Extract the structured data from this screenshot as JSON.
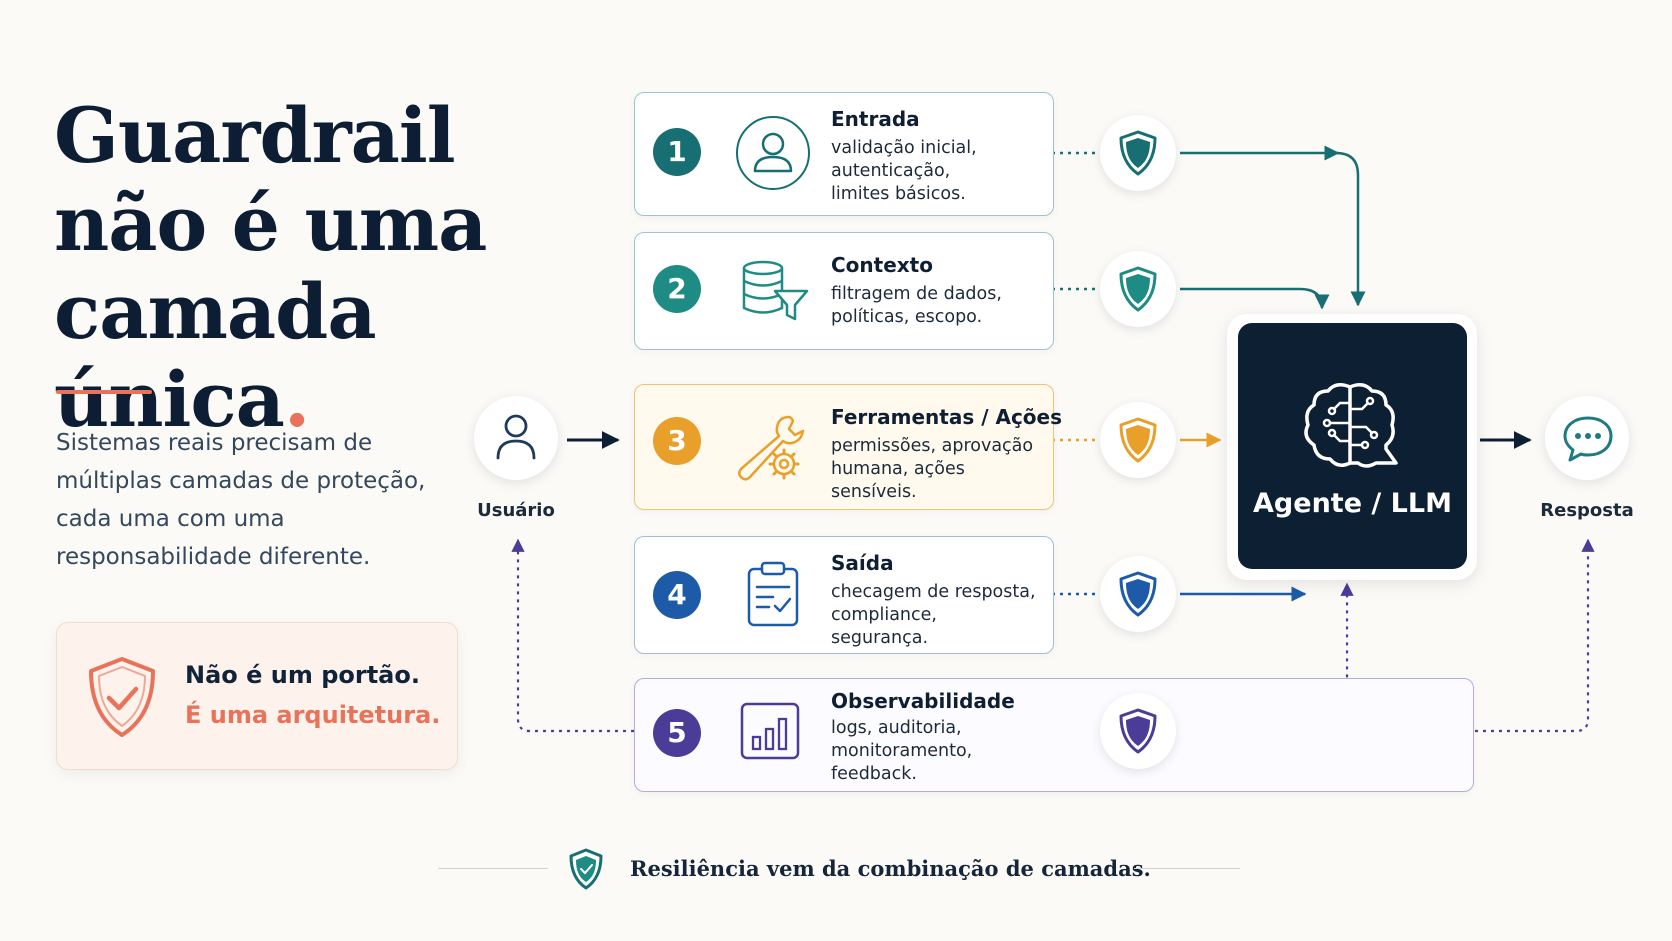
{
  "headline": {
    "line1": "Guardrail",
    "line2": "não é uma",
    "line3": "camada única",
    "dot": "."
  },
  "subtitle": {
    "line1": "Sistemas reais precisam de",
    "line2": "múltiplas camadas de proteção,",
    "line3": "cada uma com uma",
    "line4": "responsabilidade diferente."
  },
  "callout": {
    "line1": "Não é um portão.",
    "line2": "É uma arquitetura.",
    "icon": "shield-check-icon"
  },
  "user_node": {
    "label": "Usuário",
    "icon": "user-icon"
  },
  "response_node": {
    "label": "Resposta",
    "icon": "chat-bubble-icon"
  },
  "agent": {
    "label": "Agente / LLM",
    "icon": "brain-circuit-icon"
  },
  "layers": [
    {
      "number": "1",
      "title": "Entrada",
      "desc": [
        "validação inicial,",
        "autenticação,",
        "limites básicos."
      ],
      "icon": "user-circle-icon",
      "color": "#176f73"
    },
    {
      "number": "2",
      "title": "Contexto",
      "desc": [
        "filtragem de dados,",
        "políticas, escopo."
      ],
      "icon": "database-filter-icon",
      "color": "#1e8c84"
    },
    {
      "number": "3",
      "title": "Ferramentas / Ações",
      "desc": [
        "permissões, aprovação",
        "humana, ações",
        "sensíveis."
      ],
      "icon": "wrench-gear-icon",
      "color": "#e9a02a"
    },
    {
      "number": "4",
      "title": "Saída",
      "desc": [
        "checagem de resposta,",
        "compliance,",
        "segurança."
      ],
      "icon": "clipboard-check-icon",
      "color": "#1d5ba8"
    },
    {
      "number": "5",
      "title": "Observabilidade",
      "desc": [
        "logs, auditoria,",
        "monitoramento,",
        "feedback."
      ],
      "icon": "bar-chart-icon",
      "color": "#4b3c98"
    }
  ],
  "footer": {
    "text": "Resiliência vem da combinação de camadas.",
    "icon": "shield-check-icon"
  },
  "colors": {
    "navy": "#0d1f33",
    "coral": "#e8735a",
    "teal": "#176f73",
    "green_teal": "#1e8c84",
    "orange": "#e9a02a",
    "blue": "#1d5ba8",
    "purple": "#4b3c98"
  }
}
